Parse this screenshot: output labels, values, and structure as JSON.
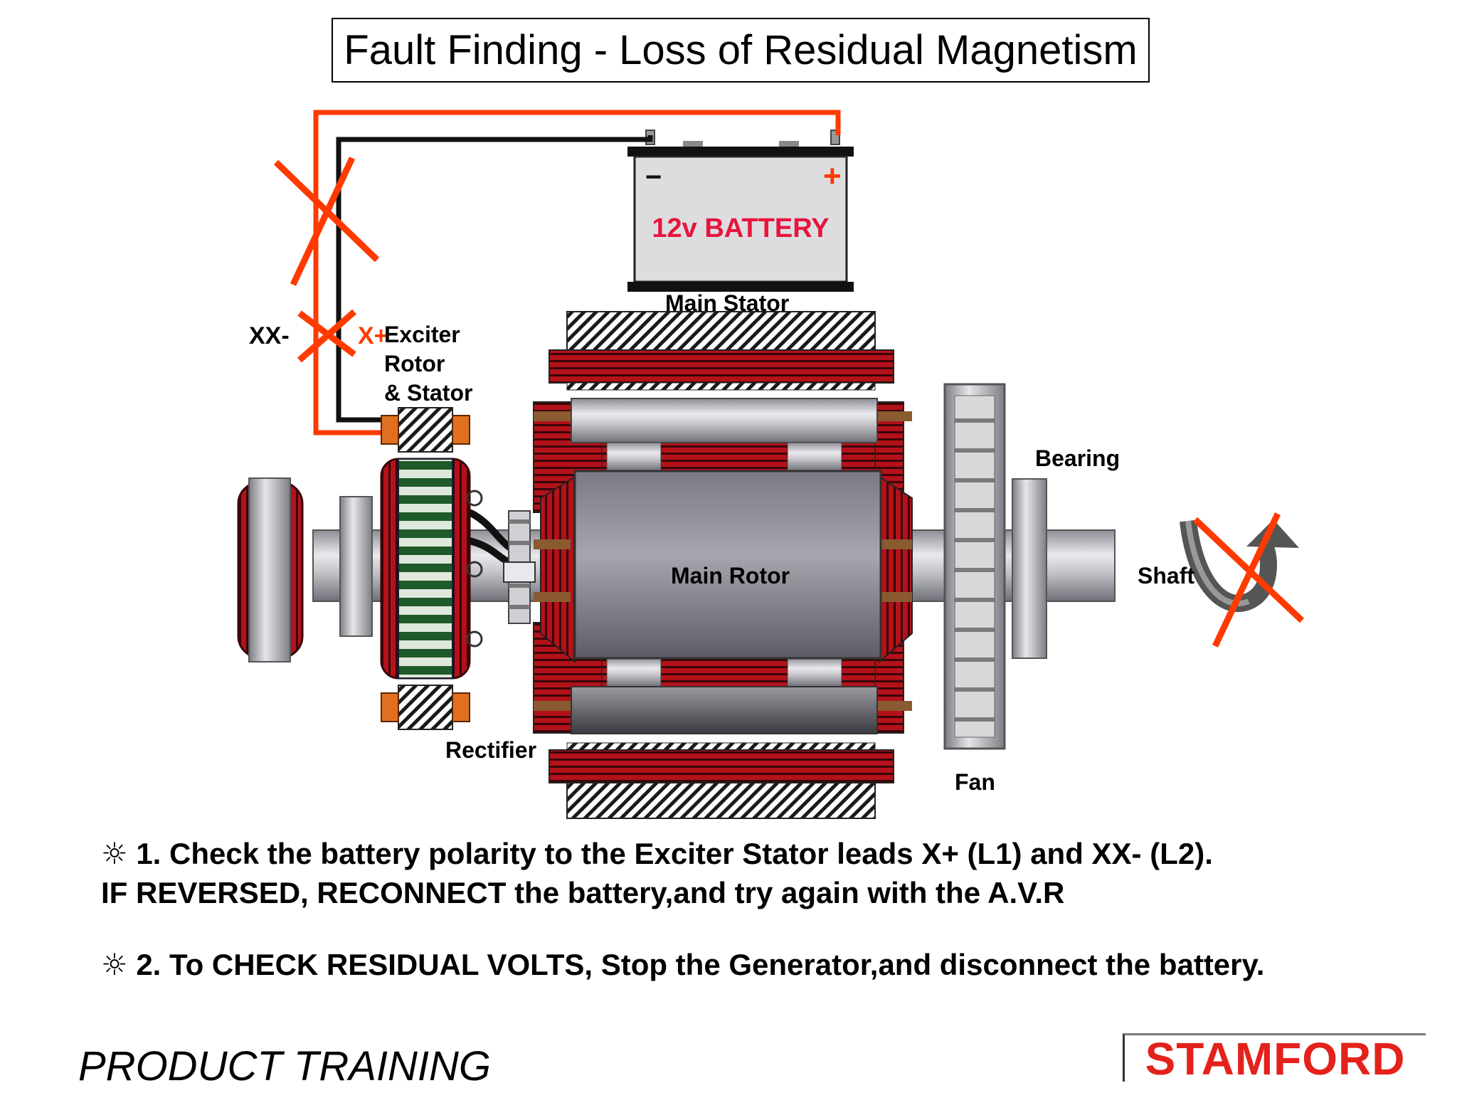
{
  "title": "Fault Finding - Loss of Residual Magnetism",
  "battery": {
    "label": "12v BATTERY",
    "minus": "−",
    "plus": "+"
  },
  "labels": {
    "main_stator": "Main Stator",
    "xx_minus": "XX-",
    "x_plus": "X+",
    "exciter_line1": "Exciter",
    "exciter_line2": "Rotor",
    "exciter_line3": "& Stator",
    "bearing": "Bearing",
    "shaft": "Shaft",
    "main_rotor": "Main Rotor",
    "rectifier": "Rectifier",
    "fan": "Fan"
  },
  "steps": {
    "bullet": "☼",
    "step1_line1": "1. Check the battery polarity to the Exciter Stator leads X+ (L1) and XX- (L2).",
    "step1_line2": "IF REVERSED, RECONNECT the battery,and try again with the A.V.R",
    "step2": "2. To CHECK RESIDUAL VOLTS, Stop the Generator,and disconnect the battery."
  },
  "footer": {
    "left": "PRODUCT TRAINING",
    "brand": "STAMFORD"
  },
  "colors": {
    "wire_red": "#ff3a00",
    "wire_black": "#111111",
    "cross_red": "#ff3a00",
    "battery_text": "#e8143c",
    "coil_red": "#b3121b",
    "brand_red": "#e3221b"
  }
}
